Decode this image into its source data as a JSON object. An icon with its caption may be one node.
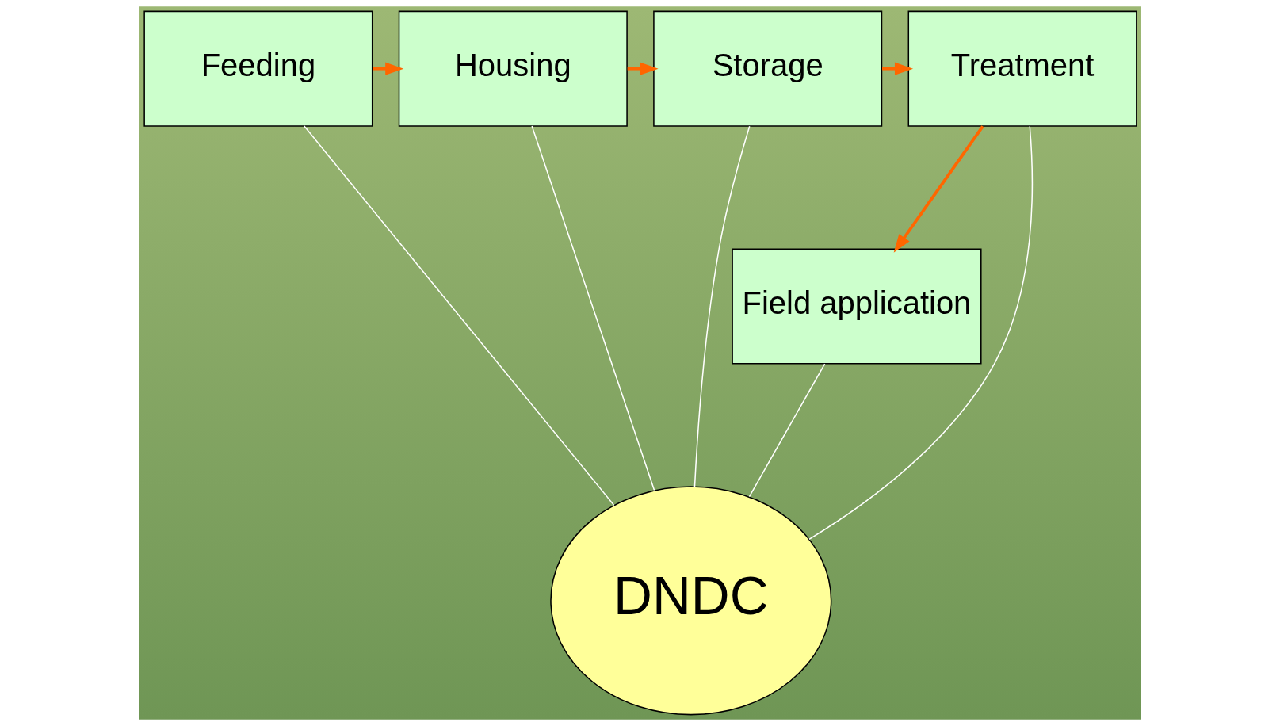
{
  "diagram": {
    "nodes": [
      {
        "text": [
          "Feeding"
        ]
      },
      {
        "text": [
          "Housing"
        ]
      },
      {
        "text": [
          "Storage"
        ]
      },
      {
        "text": [
          "Treatment"
        ]
      },
      {
        "text": [
          "Field application"
        ]
      },
      {
        "text": [
          "DNDC"
        ]
      }
    ],
    "edges": [
      {
        "from": 0,
        "to": 1,
        "arrow": "to",
        "color": "#ff6600"
      },
      {
        "from": 1,
        "to": 2,
        "arrow": "to",
        "color": "#ff6600"
      },
      {
        "from": 2,
        "to": 3,
        "arrow": "to",
        "color": "#ff6600"
      },
      {
        "from": 3,
        "to": 4,
        "arrow": "to",
        "color": "#ff6600"
      },
      {
        "from": 0,
        "to": 5,
        "arrow": "none"
      },
      {
        "from": 1,
        "to": 5,
        "arrow": "none"
      },
      {
        "from": 2,
        "to": 5,
        "arrow": "none"
      },
      {
        "from": 3,
        "to": 5,
        "arrow": "none"
      },
      {
        "from": 4,
        "to": 5,
        "arrow": "none"
      }
    ]
  }
}
